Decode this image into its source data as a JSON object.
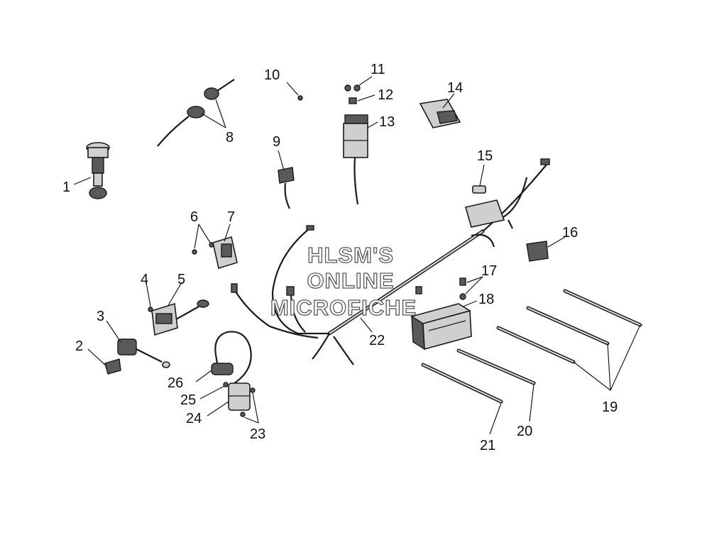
{
  "watermark": {
    "line1": "HLSM'S",
    "line2": "ONLINE",
    "line3": "MICROFICHE"
  },
  "callouts": [
    "1",
    "2",
    "3",
    "4",
    "5",
    "6",
    "7",
    "8",
    "9",
    "10",
    "11",
    "12",
    "13",
    "14",
    "15",
    "16",
    "17",
    "18",
    "19",
    "20",
    "21",
    "22",
    "23",
    "24",
    "25",
    "26"
  ]
}
